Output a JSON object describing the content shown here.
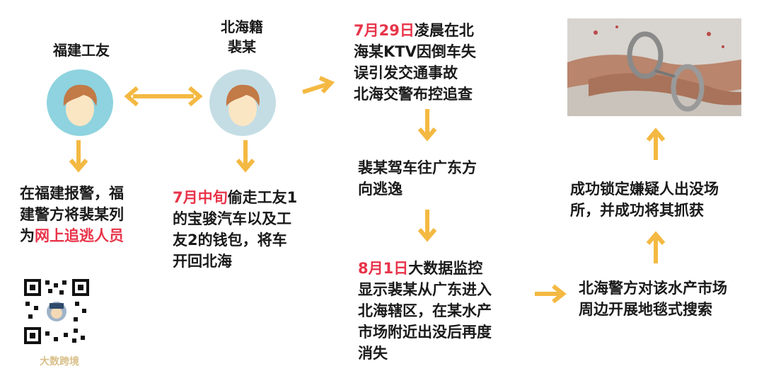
{
  "colors": {
    "arrow": "#f4b942",
    "highlight": "#e8344a",
    "avatar_bg_1": "#8ed3df",
    "avatar_bg_2": "#c4dde4",
    "hair": "#c27a46",
    "skin": "#fbe6c4"
  },
  "person1": {
    "label": "福建工友"
  },
  "person2": {
    "label_line1": "北海籍",
    "label_line2": "裴某"
  },
  "col1": {
    "line1": "在福建报警，福",
    "line2": "建警方将裴某列",
    "line3_prefix": "为",
    "line3_highlight": "网上追逃人员"
  },
  "col2": {
    "line1_highlight": "7月中旬",
    "line1_rest": "偷走工友1",
    "line2": "的宝骏汽车以及工",
    "line3": "友2的钱包，将车",
    "line4": "开回北海"
  },
  "col3_top": {
    "line1_highlight": "7月29日",
    "line1_rest": "凌晨在北",
    "line2": "海某KTV因倒车失",
    "line3": "误引发交通事故",
    "line4": "北海交警布控追查"
  },
  "col3_mid": {
    "line1": "裴某驾车往广东方",
    "line2": "向逃逸"
  },
  "col3_bottom": {
    "line1_highlight": "8月1日",
    "line1_rest": "大数据监控",
    "line2": "显示裴某从广东进入",
    "line3": "北海辖区，在某水产",
    "line4": "市场附近出没后再度",
    "line5": "消失"
  },
  "col4_bottom": {
    "line1": "北海警方对该水产市场",
    "line2": "周边开展地毯式搜索"
  },
  "col4_mid": {
    "line1": "成功锁定嫌疑人出没场",
    "line2": "所，并成功将其抓获"
  },
  "icons": {
    "avatar": "person-avatar-icon",
    "arrow": "arrow-icon",
    "photo": "handcuffs-photo",
    "qr": "qr-code"
  },
  "watermark": {
    "text": "大数跨境"
  }
}
